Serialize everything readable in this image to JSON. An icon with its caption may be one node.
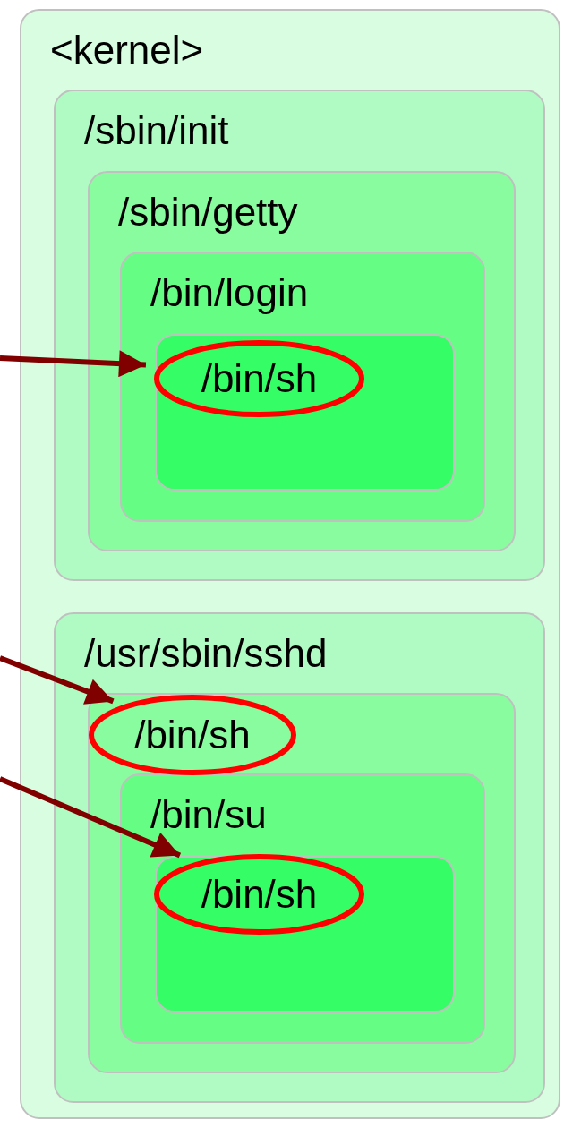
{
  "diagram": {
    "nodes": [
      {
        "text": [
          "<kernel>"
        ]
      },
      {
        "text": [
          "/sbin/init"
        ],
        "in": 0
      },
      {
        "text": [
          "/sbin/getty"
        ],
        "in": 1
      },
      {
        "text": [
          "/bin/login"
        ],
        "in": 2
      },
      {
        "text": [],
        "shape": "box",
        "in": 3
      },
      {
        "text": [
          "/bin/sh"
        ],
        "in": 4
      },
      {
        "text": [
          "/usr/sbin/sshd"
        ],
        "in": 0
      },
      {
        "text": [],
        "shape": "box",
        "in": 6
      },
      {
        "text": [
          "/bin/sh"
        ],
        "in": 7
      },
      {
        "text": [
          "/bin/su"
        ],
        "in": 7
      },
      {
        "text": [],
        "shape": "box",
        "in": 9
      },
      {
        "text": [
          "/bin/sh"
        ],
        "in": 10
      }
    ],
    "edges": [
      {
        "from": null,
        "to": 5,
        "arrow": "to"
      },
      {
        "from": null,
        "to": 8,
        "arrow": "to"
      },
      {
        "from": null,
        "to": 11,
        "arrow": "to"
      }
    ]
  }
}
